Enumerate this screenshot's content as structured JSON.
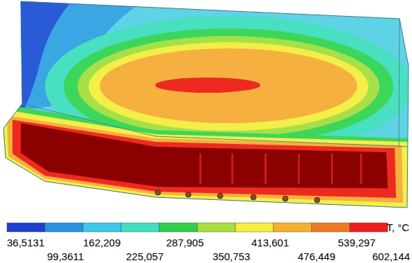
{
  "diagram": {
    "labels": [
      "T, °C",
      "36,5131",
      "162,209",
      "287,905",
      "413,601",
      "539,297",
      "99,3611",
      "225,057",
      "350,753",
      "476,449",
      "602,144"
    ]
  }
}
